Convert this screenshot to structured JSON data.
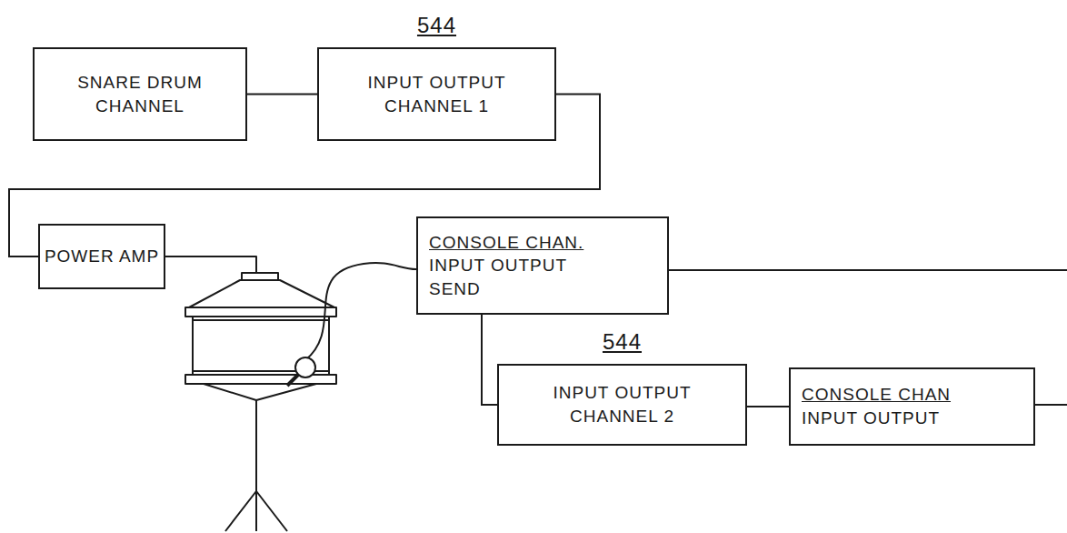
{
  "diagram": {
    "nodes": [
      {
        "text": [
          "SNARE DRUM CHANNEL"
        ]
      },
      {
        "text": [
          "544",
          "INPUT OUTPUT CHANNEL 1"
        ]
      },
      {
        "text": [
          "POWER AMP"
        ]
      },
      {
        "text": [
          "CONSOLE CHAN.",
          "INPUT OUTPUT SEND"
        ]
      },
      {
        "text": [
          "544",
          "INPUT OUTPUT CHANNEL 2"
        ]
      },
      {
        "text": [
          "CONSOLE CHAN",
          "INPUT OUTPUT"
        ]
      }
    ],
    "edges": [
      {
        "from": 0,
        "to": 1,
        "arrow": "none"
      },
      {
        "from": 1,
        "to": 2,
        "arrow": "none"
      },
      {
        "from": 3,
        "to": 4,
        "arrow": "none"
      },
      {
        "from": 4,
        "to": 5,
        "arrow": "none"
      }
    ]
  }
}
